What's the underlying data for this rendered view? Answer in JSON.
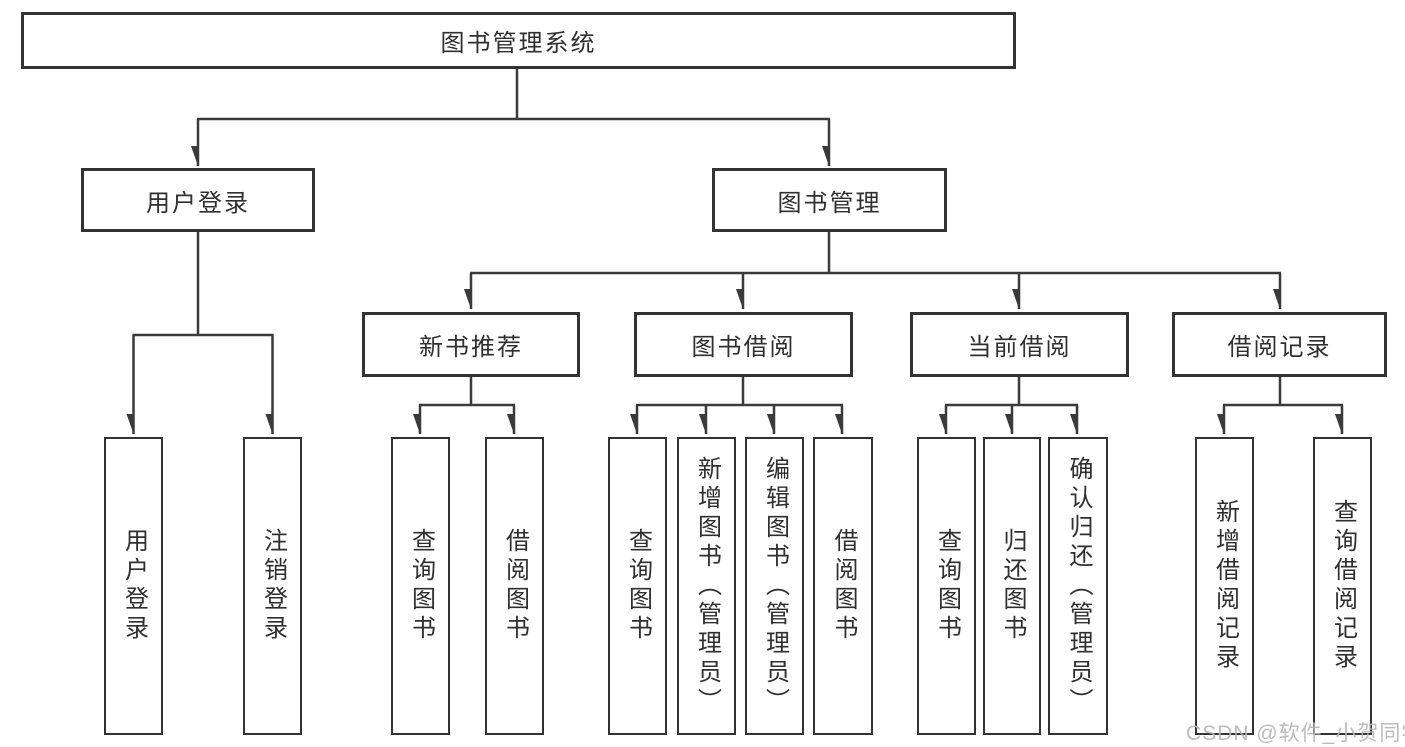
{
  "diagram_title": "图书管理系统",
  "tree": {
    "label": "图书管理系统",
    "children": [
      {
        "label": "用户登录",
        "children": [
          {
            "label": "用户登录"
          },
          {
            "label": "注销登录"
          }
        ]
      },
      {
        "label": "图书管理",
        "children": [
          {
            "label": "新书推荐",
            "children": [
              {
                "label": "查询图书"
              },
              {
                "label": "借阅图书"
              }
            ]
          },
          {
            "label": "图书借阅",
            "children": [
              {
                "label": "查询图书"
              },
              {
                "label": "新增图书（管理员）"
              },
              {
                "label": "编辑图书（管理员）"
              },
              {
                "label": "借阅图书"
              }
            ]
          },
          {
            "label": "当前借阅",
            "children": [
              {
                "label": "查询图书"
              },
              {
                "label": "归还图书"
              },
              {
                "label": "确认归还（管理员）"
              }
            ]
          },
          {
            "label": "借阅记录",
            "children": [
              {
                "label": "新增借阅记录"
              },
              {
                "label": "查询借阅记录"
              }
            ]
          }
        ]
      }
    ]
  },
  "watermark": {
    "text": "CSDN @软件_小贺同学"
  },
  "colors": {
    "line": "#3a3a3a",
    "box_border": "#333333",
    "text": "#2f2f2f",
    "watermark": "#b6b6b6",
    "background": "#ffffff"
  }
}
